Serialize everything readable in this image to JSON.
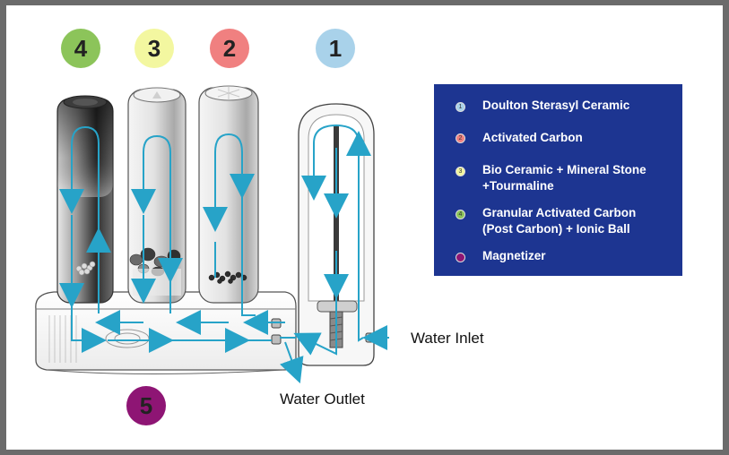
{
  "labels": {
    "filter_numbers": [
      "4",
      "3",
      "2",
      "1",
      "5"
    ],
    "water_inlet": "Water Inlet",
    "water_outlet": "Water Outlet"
  },
  "legend": {
    "items": [
      {
        "marker": "1",
        "text": "Doulton Sterasyl Ceramic",
        "color": "#a9d2ea"
      },
      {
        "marker": "2",
        "text": "Activated Carbon",
        "color": "#f08080"
      },
      {
        "marker": "3",
        "text": "Bio Ceramic + Mineral Stone\n+Tourmaline",
        "color": "#f3f7a0"
      },
      {
        "marker": "4",
        "text": "Granular Activated Carbon\n(Post Carbon) + Ionic Ball",
        "color": "#8cc45a"
      },
      {
        "marker": "",
        "text": "Magnetizer",
        "color": "#8e1574"
      }
    ]
  },
  "colors": {
    "circle_1": "#a9d2ea",
    "circle_2": "#f08080",
    "circle_3": "#f3f7a0",
    "circle_4": "#8cc45a",
    "circle_5": "#8e1574",
    "flow_arrow": "#27a3c8",
    "legend_background": "#1d3591"
  }
}
